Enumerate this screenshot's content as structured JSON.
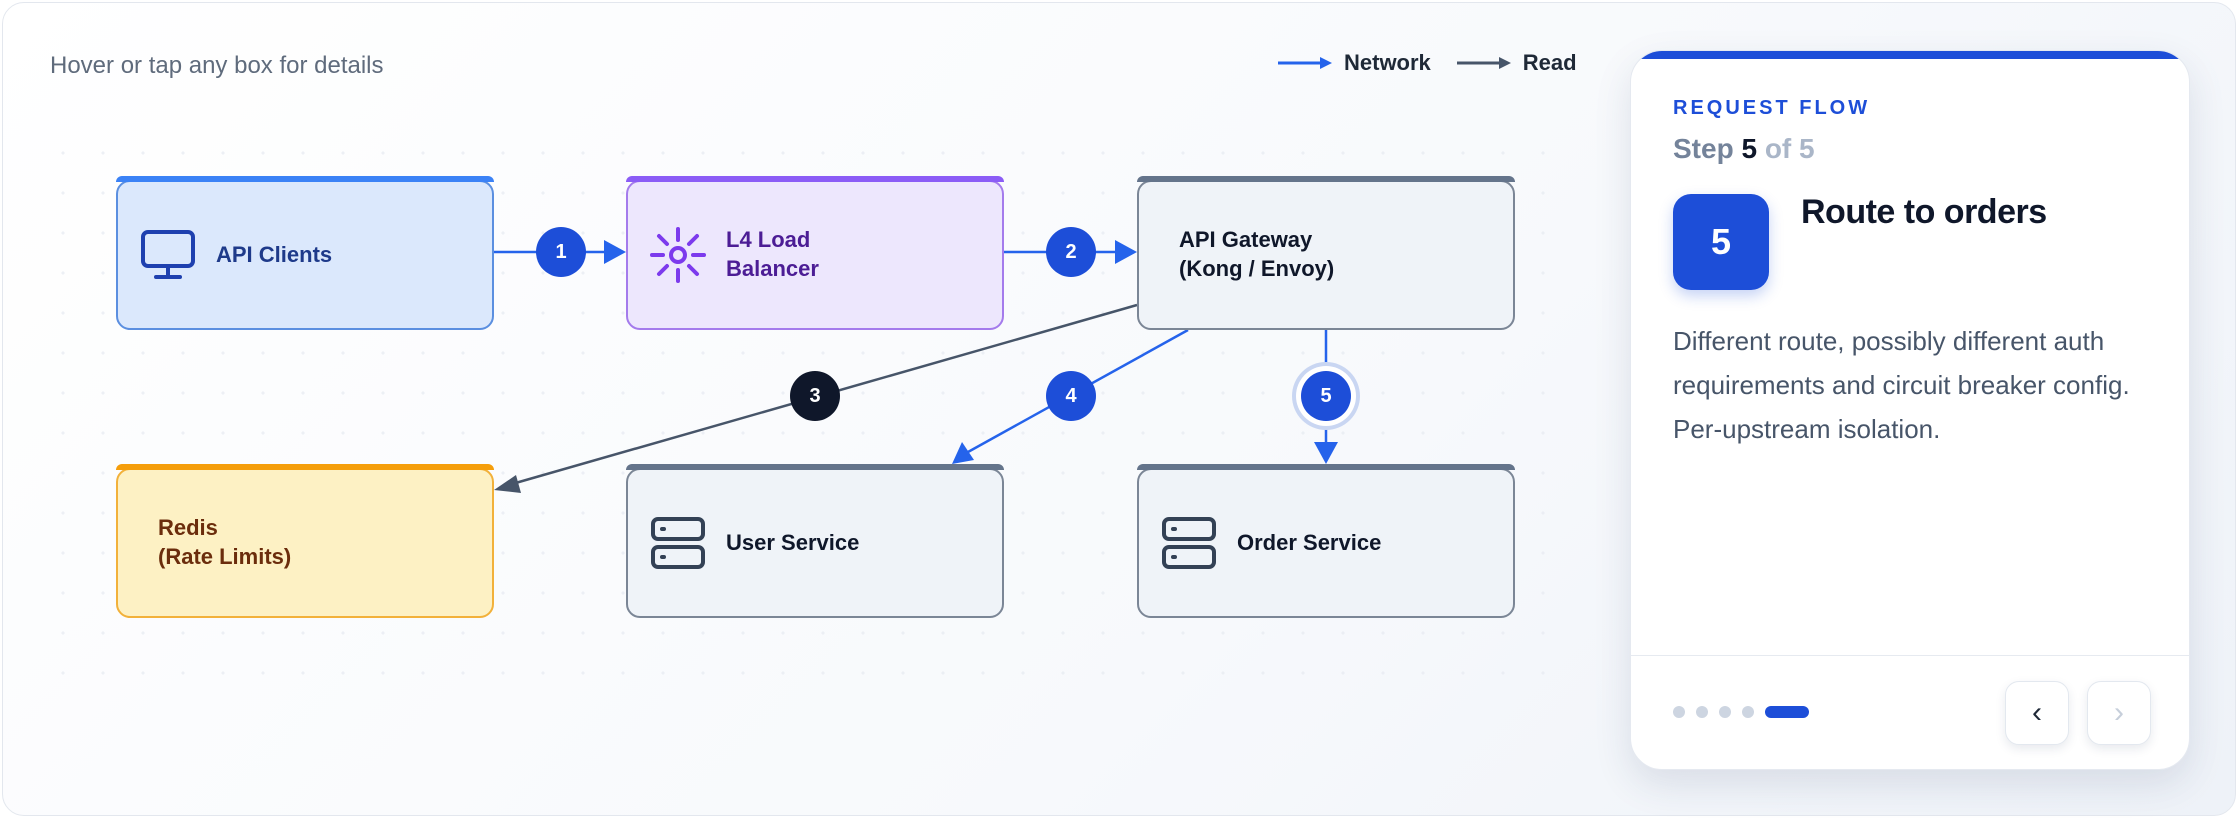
{
  "hint": "Hover or tap any box for details",
  "legend": {
    "network": {
      "label": "Network",
      "color": "#2563eb"
    },
    "read": {
      "label": "Read",
      "color": "#475569"
    }
  },
  "nodes": {
    "clients": {
      "label": "API Clients",
      "icon": "monitor-icon"
    },
    "lb": {
      "label": "L4 Load\nBalancer",
      "icon": "sun-icon"
    },
    "gateway": {
      "label": "API Gateway\n(Kong / Envoy)"
    },
    "redis": {
      "label": "Redis\n(Rate Limits)"
    },
    "user": {
      "label": "User Service",
      "icon": "server-icon"
    },
    "order": {
      "label": "Order Service",
      "icon": "server-icon"
    }
  },
  "steps": [
    "1",
    "2",
    "3",
    "4",
    "5"
  ],
  "panel": {
    "eyebrow": "REQUEST FLOW",
    "step_prefix": "Step",
    "current": "5",
    "of_text": "of 5",
    "badge": "5",
    "title": "Route to orders",
    "description": "Different route, possibly different auth requirements and circuit breaker config. Per-upstream isolation.",
    "total_steps": 5,
    "active_step": 5,
    "prev_icon": "‹",
    "next_icon": "›"
  }
}
